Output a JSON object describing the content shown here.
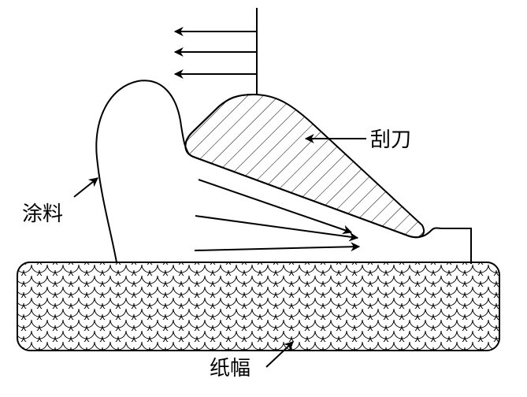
{
  "labels": {
    "blade": "刮刀",
    "coating": "涂料",
    "paper_web": "纸幅"
  },
  "colors": {
    "stroke": "#000000",
    "background": "#ffffff"
  }
}
